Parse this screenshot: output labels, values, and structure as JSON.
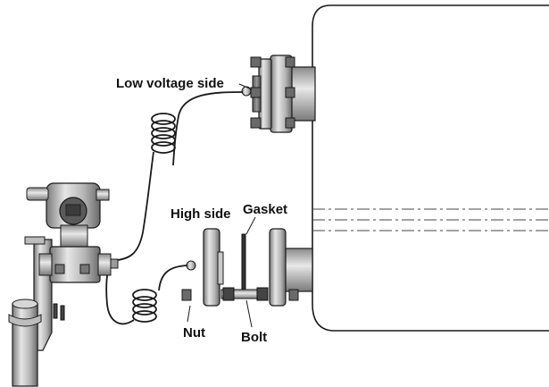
{
  "labels": {
    "low_voltage_side": "Low voltage side",
    "high_side": "High side",
    "gasket": "Gasket",
    "nut": "Nut",
    "bolt": "Bolt"
  },
  "colors": {
    "outline": "#1a1a1a",
    "metal_light": "#d9d9d9",
    "metal_mid": "#a9a9a9",
    "metal_dark": "#6e6e6e",
    "tank_fill": "#ffffff",
    "text": "#111111"
  }
}
